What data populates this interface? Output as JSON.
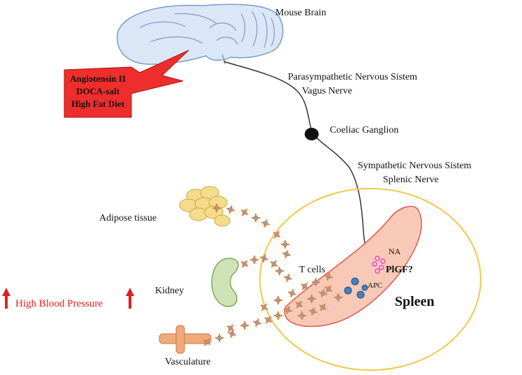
{
  "labels": {
    "brain": "Mouse Brain",
    "parasym_line1": "Parasympathetic Nervous Sistem",
    "parasym_line2": "Vagus Nerve",
    "ganglion": "Coeliac Ganglion",
    "sym_line1": "Sympathetic Nervous Sistem",
    "sym_line2": "Splenic Nerve",
    "adipose": "Adipose tissue",
    "kidney": "Kidney",
    "vasculature": "Vasculature",
    "tcells": "T cells",
    "na": "NA",
    "plgf": "PlGF?",
    "apc": "APC",
    "spleen": "Spleen",
    "hbp": "High Blood Pressure"
  },
  "stimuli": [
    "Angiotensin II",
    "DOCA-salt",
    "High Fat Diet"
  ],
  "colors": {
    "brain_fill": "#dbe7f7",
    "brain_stroke": "#7a9cc8",
    "stimulus_fill": "#ee2d2d",
    "spleen_fill": "#f9c9b7",
    "spleen_stroke": "#e2574c",
    "circle_stroke": "#f2c84b",
    "adipose_fill": "#f4dc8c",
    "kidney_fill": "#cfe2b6",
    "vessel_fill": "#f0a97a",
    "tcell_color": "#f07a2c",
    "apc_color": "#4a7fc1",
    "plgf_color": "#e04cd0",
    "hbp_color": "#e02020"
  }
}
